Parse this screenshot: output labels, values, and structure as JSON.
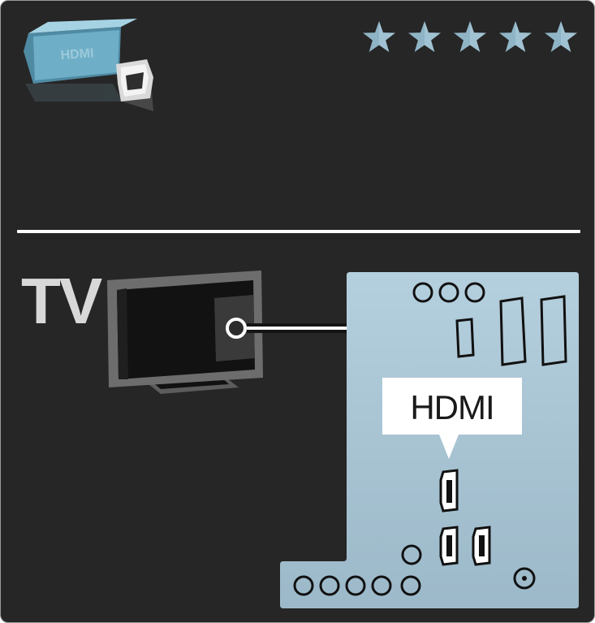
{
  "rating": {
    "stars": 5,
    "max": 5
  },
  "device_icon": {
    "name": "hdmi-plug-icon",
    "label": "HDMI"
  },
  "tv": {
    "label": "TV"
  },
  "connector_panel": {
    "callout": "HDMI"
  },
  "colors": {
    "background": "#262626",
    "panel": "#a9c3d2",
    "star": "#8fb4c6",
    "plug": "#6fa9c2",
    "white": "#ffffff"
  }
}
